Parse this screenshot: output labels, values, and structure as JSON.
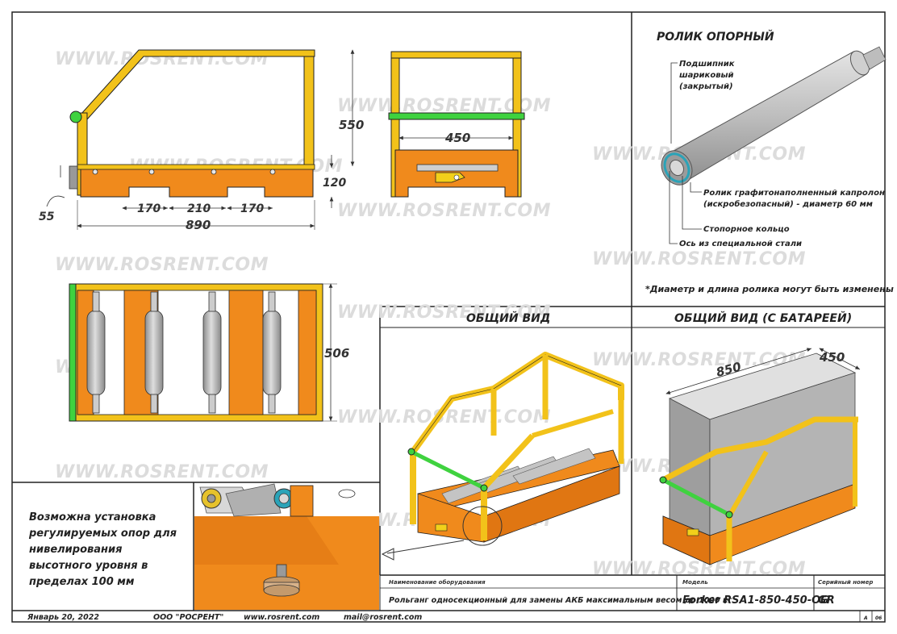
{
  "watermark": "WWW.ROSRENT.COM",
  "dimensions": {
    "height_550": "550",
    "width_450": "450",
    "height_120": "120",
    "offset_55": "55",
    "seg_170a": "170",
    "seg_210": "210",
    "seg_170b": "170",
    "length_890": "890",
    "width_506": "506",
    "battery_850": "850",
    "battery_450": "450"
  },
  "roller_panel": {
    "title": "РОЛИК ОПОРНЫЙ",
    "bearing_lines": [
      "Подшипник",
      "шариковый",
      "(закрытый)"
    ],
    "roller_lines": [
      "Ролик графитонаполненный капролон",
      "(искробезопасный) - диаметр 60 мм"
    ],
    "ring": "Стопорное кольцо",
    "axis": "Ось из специальной стали",
    "footnote": "*Диаметр и длина ролика могут быть изменены"
  },
  "views": {
    "general": "ОБЩИЙ ВИД",
    "with_battery": "ОБЩИЙ ВИД (С БАТАРЕЕЙ)"
  },
  "note": "Возможна установка регулируемых опор для нивелирования высотного уровня в пределах 100 мм",
  "title_block": {
    "equipment_label": "Наименование оборудования",
    "equipment_value": "Рольганг односекционный для замены АКБ максимальным весом до 1000 кг",
    "model_label": "Модель",
    "model_value": "Forker RSA1-850-450-OG",
    "serial_label": "Серийный номер",
    "serial_value": "GR"
  },
  "footer": {
    "date": "Январь 20, 2022",
    "company": "ООО \"РОСРЕНТ\"",
    "website": "www.rosrent.com",
    "email": "mail@rosrent.com",
    "format": "A",
    "sheet": "06"
  },
  "colors": {
    "frame_yellow": "#f2c21a",
    "base_orange": "#f08a1c",
    "handle_green": "#3fd23f",
    "roller_gray": "#b9b9b9",
    "ring_teal": "#2aa3b8"
  }
}
